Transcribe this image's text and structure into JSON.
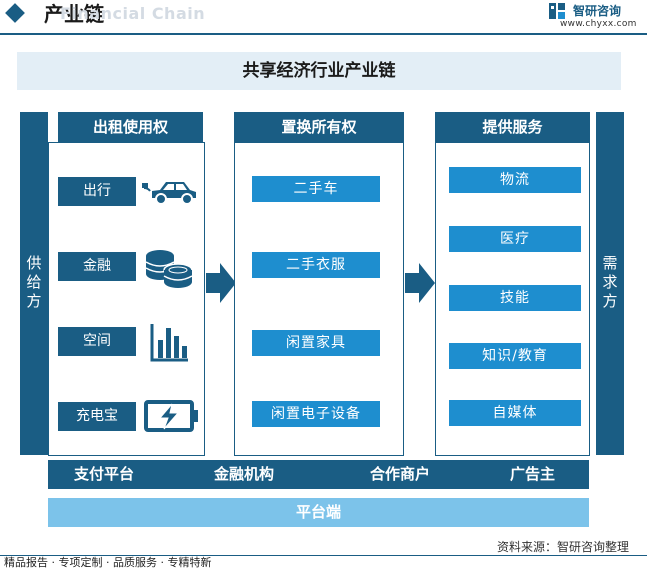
{
  "header": {
    "title": "产业链",
    "watermark": "Financial Chain",
    "brand_name": "智研咨询",
    "brand_url": "www.chyxx.com"
  },
  "banner": "共享经济行业产业链",
  "supply_label": "供给方",
  "demand_label": "需求方",
  "columns": {
    "rent": {
      "title": "出租使用权",
      "items": [
        {
          "label": "出行",
          "icon": "car-icon"
        },
        {
          "label": "金融",
          "icon": "coins-icon"
        },
        {
          "label": "空间",
          "icon": "bar-chart-icon"
        },
        {
          "label": "充电宝",
          "icon": "battery-charging-icon"
        }
      ]
    },
    "swap": {
      "title": "置换所有权",
      "items": [
        "二手车",
        "二手衣服",
        "闲置家具",
        "闲置电子设备"
      ]
    },
    "service": {
      "title": "提供服务",
      "items": [
        "物流",
        "医疗",
        "技能",
        "知识/教育",
        "自媒体"
      ]
    }
  },
  "platforms": [
    "支付平台",
    "金融机构",
    "合作商户",
    "广告主"
  ],
  "platform_end": "平台端",
  "source": "资料来源：智研咨询整理",
  "footer": "精品报告 · 专项定制 · 品质服务 · 专精特新",
  "colors": {
    "dark": "#1a5d84",
    "light": "#1e8ecf",
    "pale": "#7cc3ea",
    "banner": "#e3eef6"
  }
}
